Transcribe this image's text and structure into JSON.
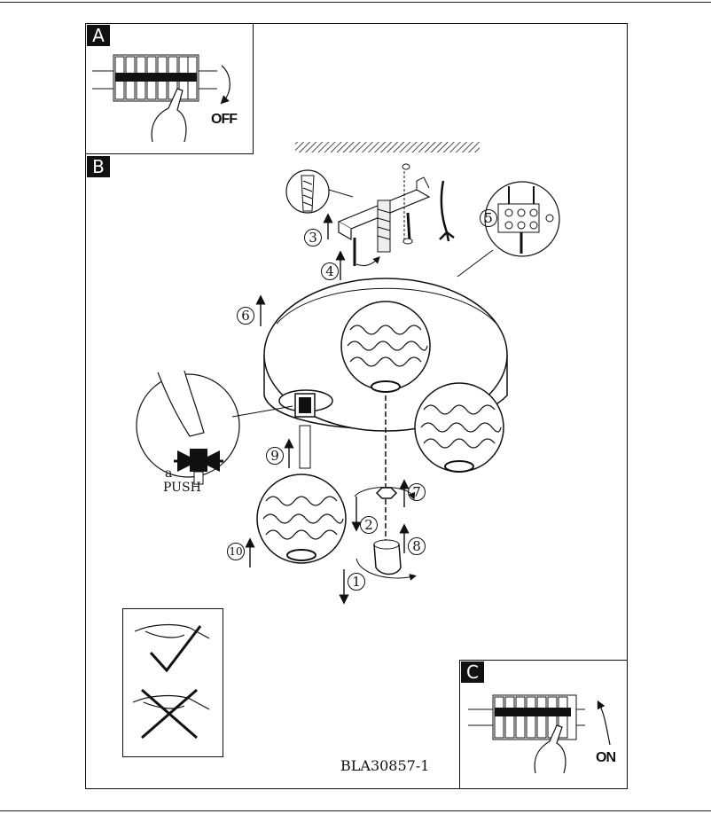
{
  "steps": {
    "a": {
      "letter": "A",
      "action": "OFF"
    },
    "b": {
      "letter": "B"
    },
    "c": {
      "letter": "C",
      "action": "ON"
    }
  },
  "callouts": [
    "1",
    "2",
    "3",
    "4",
    "5",
    "6",
    "7",
    "8",
    "9",
    "10"
  ],
  "detail": {
    "marker": "a",
    "push_label": "PUSH"
  },
  "product_code": "BLA30857-1",
  "colors": {
    "ink": "#111111",
    "paper": "#ffffff",
    "shade": "#dddddd"
  }
}
